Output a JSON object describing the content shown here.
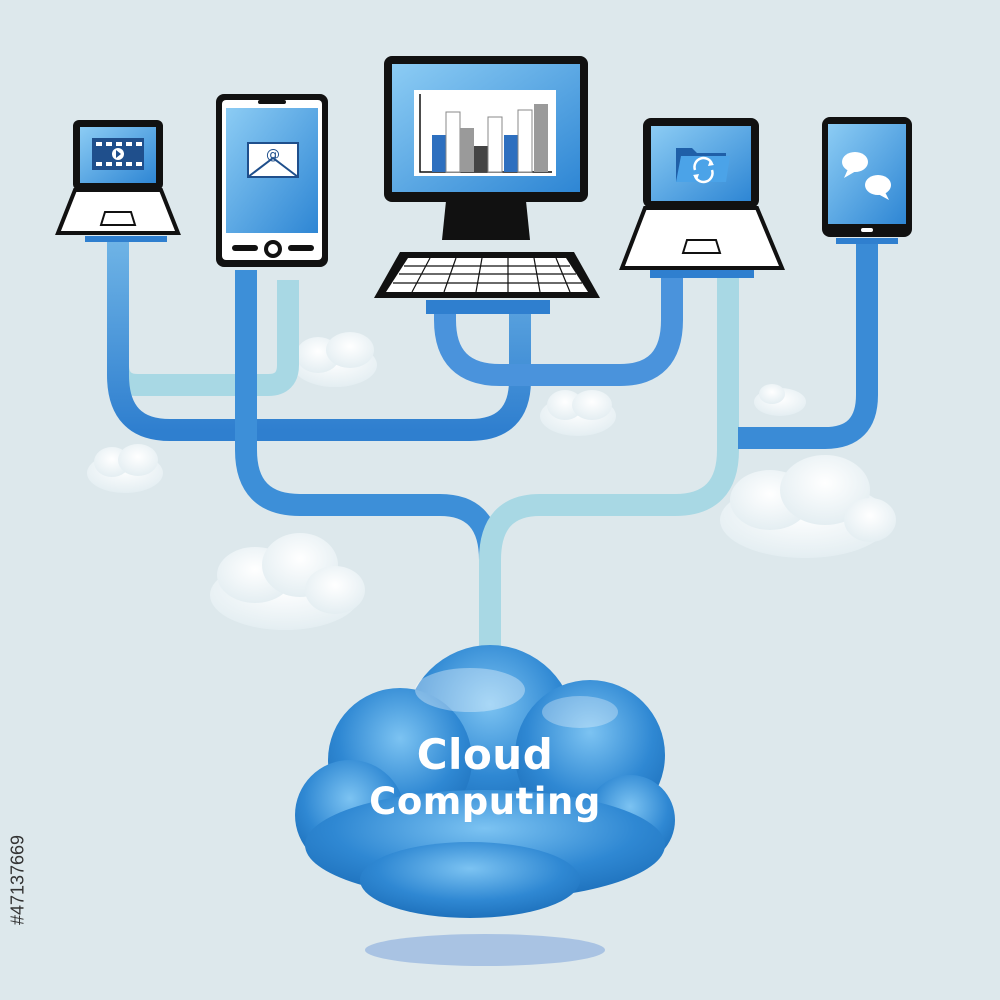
{
  "title": {
    "line1": "Cloud",
    "line2": "Computing"
  },
  "devices": [
    {
      "kind": "laptop",
      "screen_icon": "video-play-icon"
    },
    {
      "kind": "smartphone",
      "screen_icon": "email-icon"
    },
    {
      "kind": "desktop-monitor",
      "screen_icon": "bar-chart-icon"
    },
    {
      "kind": "laptop",
      "screen_icon": "folder-sync-icon"
    },
    {
      "kind": "tablet",
      "screen_icon": "chat-bubbles-icon"
    }
  ],
  "stock_id": "#47137669",
  "colors": {
    "background": "#dde8ec",
    "cable": "#4a90d9",
    "cable_light": "#a8d8e4",
    "cloud": "#2f86d1",
    "screen": "#4aa6e6",
    "device_frame": "#111111"
  }
}
